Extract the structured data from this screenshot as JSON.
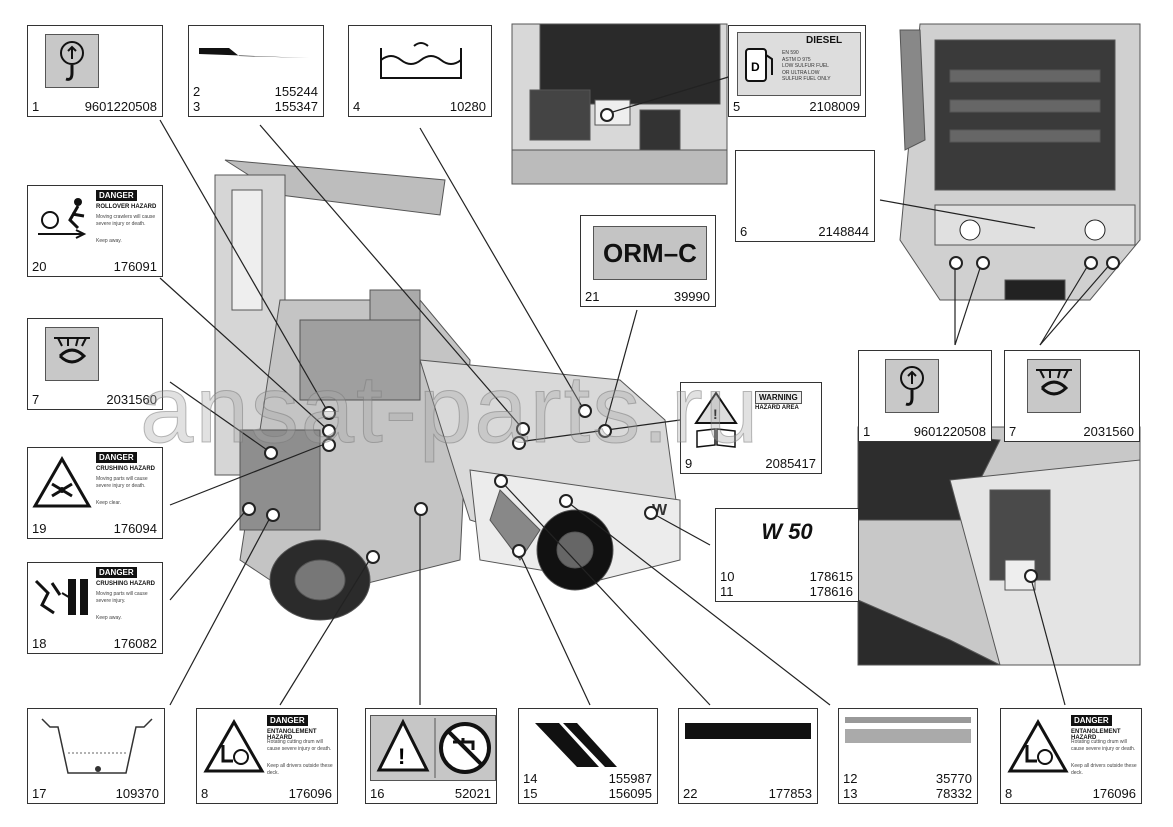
{
  "labels": {
    "l1": {
      "num": "1",
      "part": "9601220508"
    },
    "l2": {
      "num_a": "2",
      "part_a": "155244",
      "num_b": "3",
      "part_b": "155347"
    },
    "l4": {
      "num": "4",
      "part": "10280"
    },
    "l5": {
      "num": "5",
      "part": "2108009",
      "title": "DIESEL",
      "lines": [
        "EN 590",
        "ASTM D 975",
        "LOW SULFUR FUEL",
        "OR ULTRA LOW",
        "SULFUR FUEL ONLY"
      ]
    },
    "l6": {
      "num": "6",
      "part": "2148844"
    },
    "l20": {
      "num": "20",
      "part": "176091",
      "head": "DANGER",
      "sub": "ROLLOVER HAZARD",
      "text": "Moving crawlers will cause severe injury or death.",
      "text2": "Keep away."
    },
    "l21": {
      "num": "21",
      "part": "39990",
      "text": "ORM–C"
    },
    "l7": {
      "num": "7",
      "part": "2031560"
    },
    "l1b": {
      "num": "1",
      "part": "9601220508"
    },
    "l7b": {
      "num": "7",
      "part": "2031560"
    },
    "l9": {
      "num": "9",
      "part": "2085417",
      "head": "WARNING",
      "sub": "HAZARD AREA"
    },
    "l19": {
      "num": "19",
      "part": "176094",
      "head": "DANGER",
      "sub": "CRUSHING HAZARD",
      "text": "Moving parts will cause severe injury or death.",
      "text2": "Keep clear."
    },
    "l10": {
      "text": "W 50",
      "num_a": "10",
      "part_a": "178615",
      "num_b": "11",
      "part_b": "178616"
    },
    "l18": {
      "num": "18",
      "part": "176082",
      "head": "DANGER",
      "sub": "CRUSHING HAZARD",
      "text": "Moving parts will cause severe injury.",
      "text2": "Keep away."
    },
    "l17": {
      "num": "17",
      "part": "109370"
    },
    "l8": {
      "num": "8",
      "part": "176096",
      "head": "DANGER",
      "sub": "ENTANGLEMENT HAZARD",
      "text": "Rotating cutting drum will cause severe injury or death.",
      "text2": "Keep all drivers outside these deck."
    },
    "l16": {
      "num": "16",
      "part": "52021"
    },
    "l14": {
      "num_a": "14",
      "part_a": "155987",
      "num_b": "15",
      "part_b": "156095"
    },
    "l22": {
      "num": "22",
      "part": "177853"
    },
    "l12": {
      "num_a": "12",
      "part_a": "35770",
      "num_b": "13",
      "part_b": "78332"
    },
    "l8b": {
      "num": "8",
      "part": "176096",
      "head": "DANGER",
      "sub": "ENTANGLEMENT HAZARD",
      "text": "Rotating cutting drum will cause severe injury or death.",
      "text2": "Keep all drivers outside these deck."
    }
  },
  "machine": {
    "badge": "W"
  },
  "watermark": "ansat-parts.ru"
}
